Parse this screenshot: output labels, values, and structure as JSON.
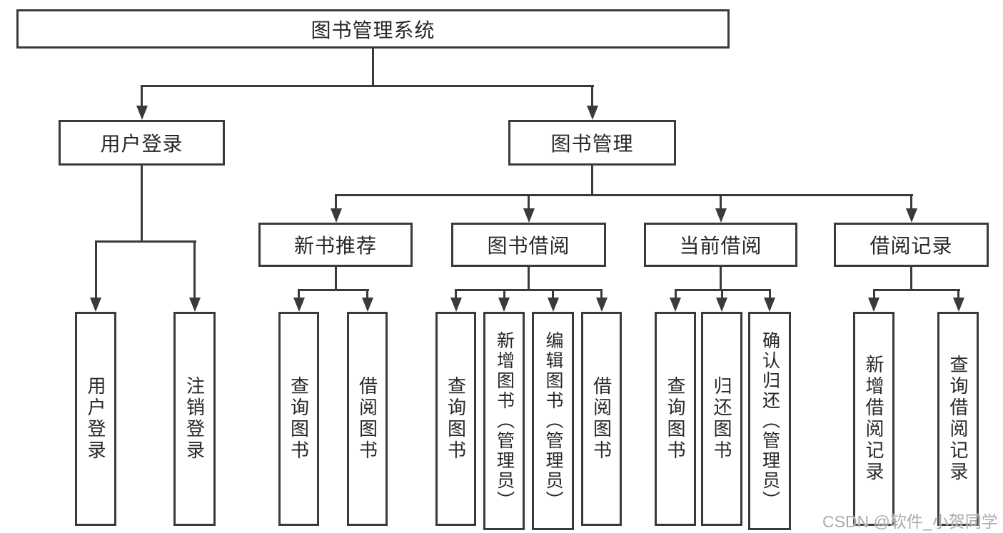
{
  "tree": {
    "label": "图书管理系统",
    "children": [
      {
        "label": "用户登录",
        "children": [
          {
            "label": "用户登录"
          },
          {
            "label": "注销登录"
          }
        ]
      },
      {
        "label": "图书管理",
        "children": [
          {
            "label": "新书推荐",
            "children": [
              {
                "label": "查询图书"
              },
              {
                "label": "借阅图书"
              }
            ]
          },
          {
            "label": "图书借阅",
            "children": [
              {
                "label": "查询图书"
              },
              {
                "label": "新增图书（管理员）"
              },
              {
                "label": "编辑图书（管理员）"
              },
              {
                "label": "借阅图书"
              }
            ]
          },
          {
            "label": "当前借阅",
            "children": [
              {
                "label": "查询图书"
              },
              {
                "label": "归还图书"
              },
              {
                "label": "确认归还（管理员）"
              }
            ]
          },
          {
            "label": "借阅记录",
            "children": [
              {
                "label": "新增借阅记录"
              },
              {
                "label": "查询借阅记录"
              }
            ]
          }
        ]
      }
    ]
  },
  "watermark": {
    "text": "CSDN @软件_小贺同学"
  },
  "colors": {
    "line": "#3a3a3a",
    "text": "#282828",
    "watermark": "#a9abb0",
    "background": "#ffffff"
  }
}
